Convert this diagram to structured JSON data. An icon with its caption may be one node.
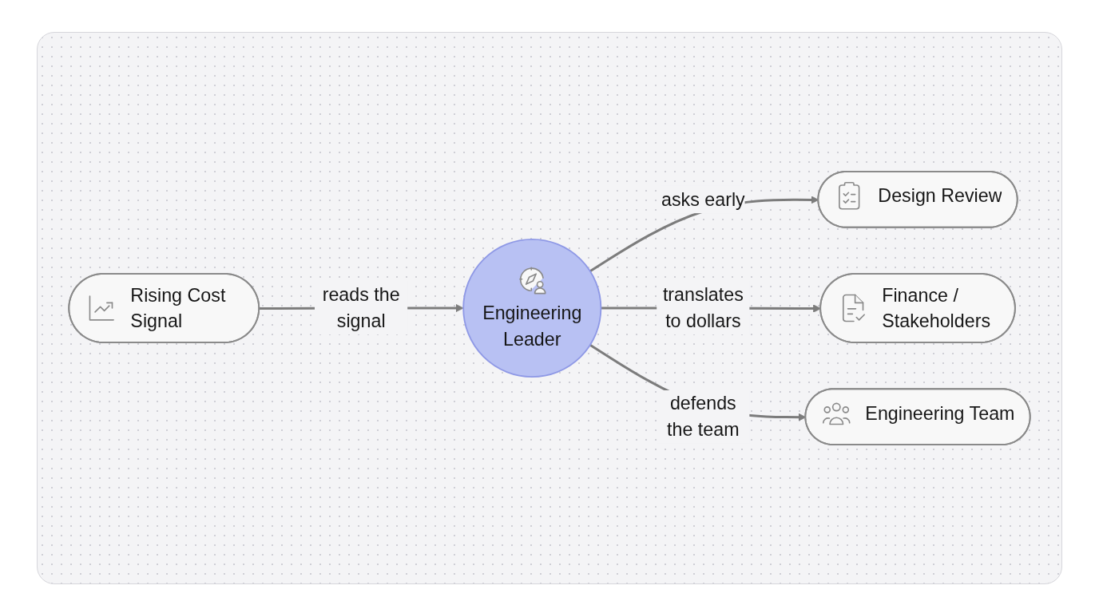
{
  "diagram": {
    "nodes": [
      {
        "text": [
          "Design Review"
        ]
      },
      {
        "text": [
          "Rising Cost Signal"
        ]
      },
      {
        "text": [
          "Engineering Leader"
        ]
      },
      {
        "text": [
          "Finance / Stakeholders"
        ]
      },
      {
        "text": [
          "Engineering Team"
        ]
      }
    ],
    "edges": [
      {
        "from": 1,
        "to": 2,
        "arrow": "to",
        "label": "reads the signal"
      },
      {
        "from": 2,
        "to": 0,
        "arrow": "to",
        "label": "asks early"
      },
      {
        "from": 2,
        "to": 3,
        "arrow": "to",
        "label": "translates to dollars"
      },
      {
        "from": 2,
        "to": 4,
        "arrow": "to",
        "label": "defends the team"
      }
    ]
  }
}
